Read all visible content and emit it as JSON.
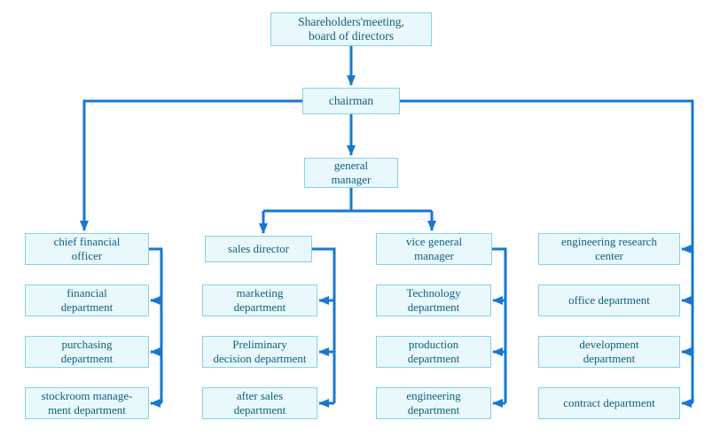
{
  "diagram": {
    "type": "org-chart",
    "background": "#ffffff",
    "colors": {
      "box_fill": "#e9f8fc",
      "box_border": "#84d2e8",
      "text": "#0f607e",
      "connector": "#1778d0"
    },
    "nodes": {
      "shareholders": {
        "label": "Shareholders'meeting,\nboard of directors"
      },
      "chairman": {
        "label": "chairman"
      },
      "general_manager": {
        "label": "general\nmanager"
      },
      "cfo": {
        "label": "chief financial\nofficer"
      },
      "sales_director": {
        "label": "sales director"
      },
      "vice_general_manager": {
        "label": "vice general\nmanager"
      },
      "engineering_research_center": {
        "label": "engineering research\ncenter"
      },
      "financial_department": {
        "label": "financial\ndepartment"
      },
      "purchasing_department": {
        "label": "purchasing\ndepartment"
      },
      "stockroom_management_department": {
        "label": "stockroom manage-\nment department"
      },
      "marketing_department": {
        "label": "marketing\ndepartment"
      },
      "preliminary_decision_department": {
        "label": "Preliminary\ndecision department"
      },
      "after_sales_department": {
        "label": "after sales\ndepartment"
      },
      "technology_department": {
        "label": "Technology\ndepartment"
      },
      "production_department": {
        "label": "production\ndepartment"
      },
      "engineering_department": {
        "label": "engineering\ndepartment"
      },
      "office_department": {
        "label": "office department"
      },
      "development_department": {
        "label": "development\ndepartment"
      },
      "contract_department": {
        "label": "contract department"
      }
    },
    "edges": [
      {
        "from": "shareholders",
        "to": "chairman"
      },
      {
        "from": "chairman",
        "to": "general_manager"
      },
      {
        "from": "chairman",
        "to": "cfo"
      },
      {
        "from": "chairman",
        "to": "engineering_research_center"
      },
      {
        "from": "chairman",
        "to": "office_department"
      },
      {
        "from": "chairman",
        "to": "development_department"
      },
      {
        "from": "chairman",
        "to": "contract_department"
      },
      {
        "from": "general_manager",
        "to": "sales_director"
      },
      {
        "from": "general_manager",
        "to": "vice_general_manager"
      },
      {
        "from": "cfo",
        "to": "financial_department"
      },
      {
        "from": "cfo",
        "to": "purchasing_department"
      },
      {
        "from": "cfo",
        "to": "stockroom_management_department"
      },
      {
        "from": "sales_director",
        "to": "marketing_department"
      },
      {
        "from": "sales_director",
        "to": "preliminary_decision_department"
      },
      {
        "from": "sales_director",
        "to": "after_sales_department"
      },
      {
        "from": "vice_general_manager",
        "to": "technology_department"
      },
      {
        "from": "vice_general_manager",
        "to": "production_department"
      },
      {
        "from": "vice_general_manager",
        "to": "engineering_department"
      }
    ]
  }
}
